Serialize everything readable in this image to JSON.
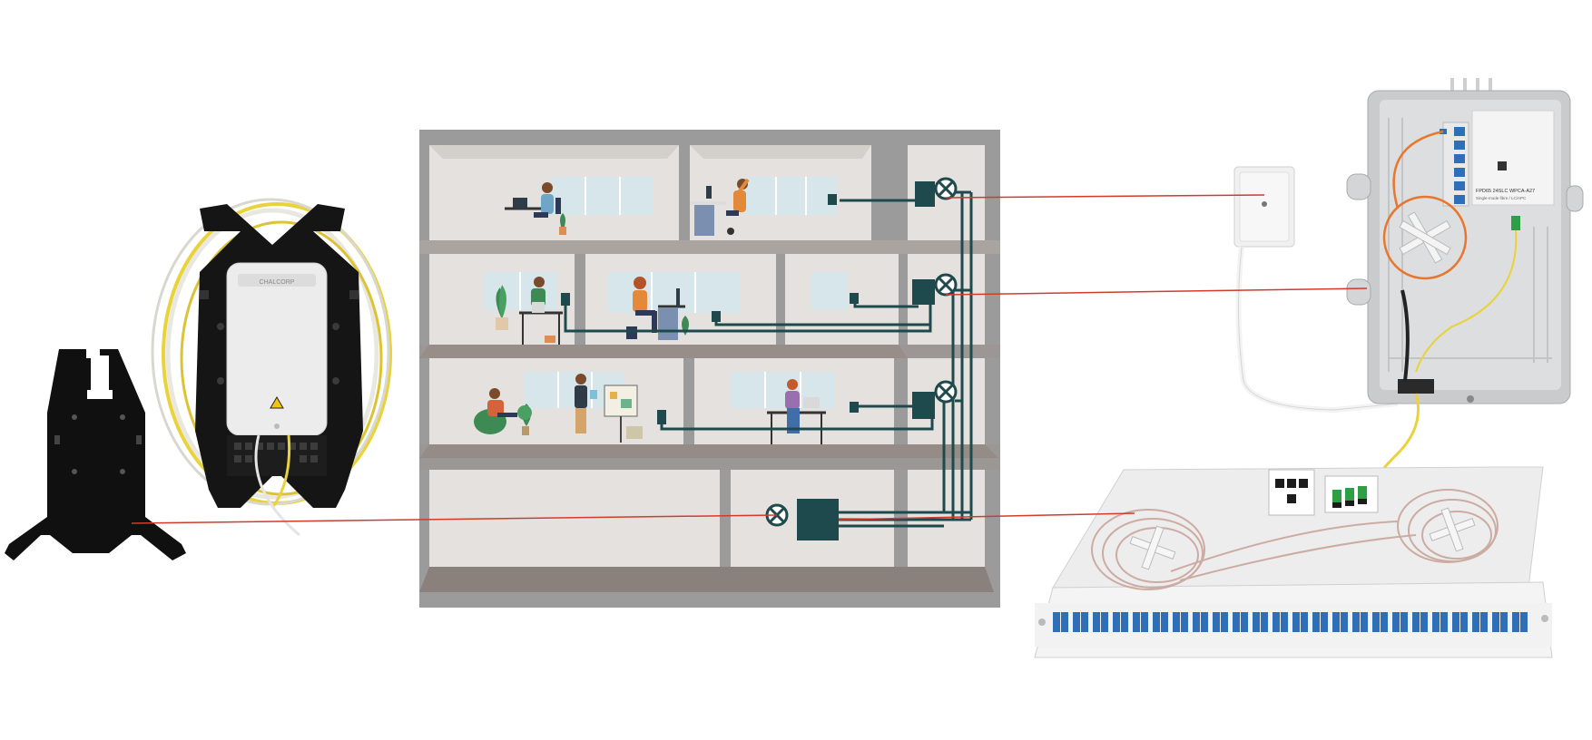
{
  "diagram": {
    "floors": 4,
    "colors": {
      "building_frame": "#9b9b9b",
      "room_wall": "#e4e1de",
      "floor_slab": "#8f8581",
      "cable": "#1f4a4d",
      "link_line": "#d23b2b",
      "device_dark": "#1f2a2b",
      "device_light": "#ececec"
    }
  },
  "labels": {
    "box_brand": "CHALCORP",
    "box_label_line1": "FPD65 24SLC WPCA-A27",
    "box_label_line2": "Single-mode fibre / LC/APC"
  },
  "icons": [
    "wall-mount-plate-icon",
    "outdoor-distribution-box-icon",
    "fiber-outlet-icon",
    "fiber-termination-box-icon",
    "rack-patch-panel-icon"
  ]
}
